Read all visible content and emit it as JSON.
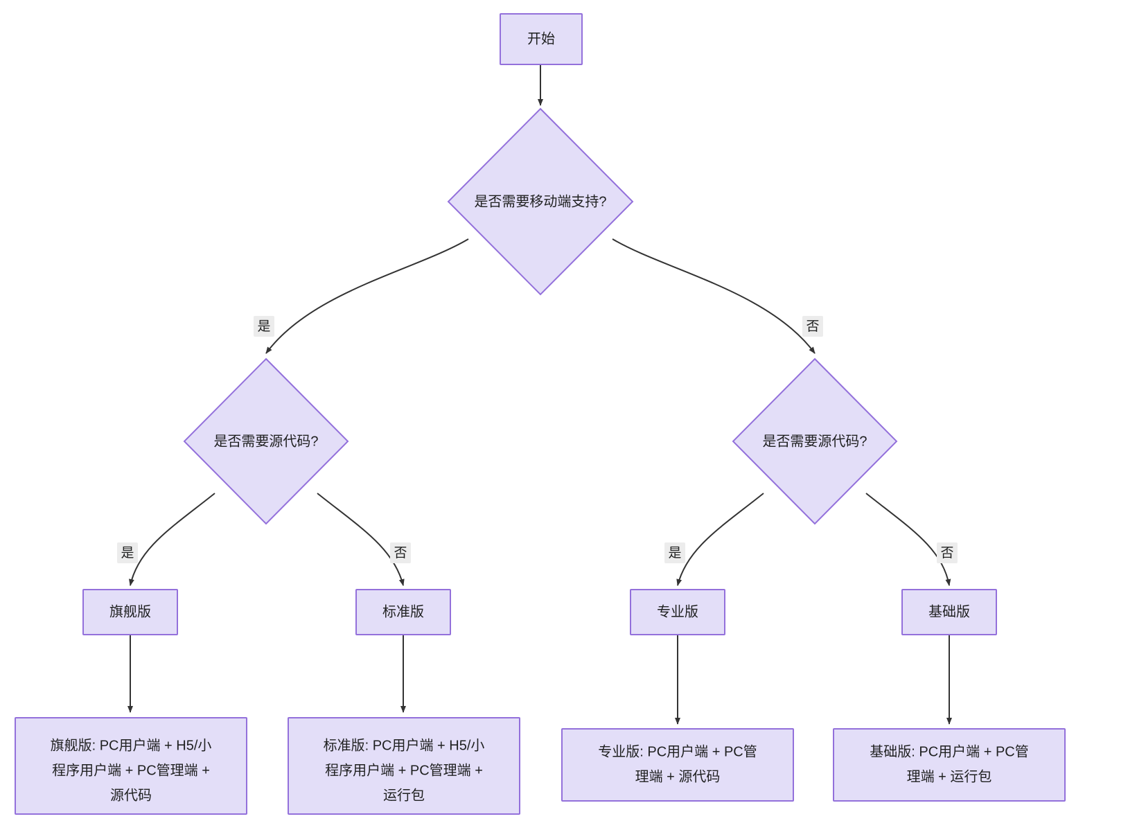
{
  "diagram": {
    "type": "flowchart",
    "direction": "top-down",
    "background_color": "#ffffff",
    "node_fill": "#e3def8",
    "node_stroke": "#9370db",
    "edge_color": "#333333",
    "edge_label_bg": "#ececec",
    "text_color": "#1f2020"
  },
  "nodes": {
    "start": {
      "id": "start",
      "label": "开始",
      "shape": "rect"
    },
    "decision_mobile": {
      "id": "decision_mobile",
      "label": "是否需要移动端支持?",
      "shape": "diamond"
    },
    "decision_source_left": {
      "id": "decision_source_left",
      "label": "是否需要源代码?",
      "shape": "diamond"
    },
    "decision_source_right": {
      "id": "decision_source_right",
      "label": "是否需要源代码?",
      "shape": "diamond"
    },
    "flagship": {
      "id": "flagship",
      "label": "旗舰版",
      "shape": "rect"
    },
    "standard": {
      "id": "standard",
      "label": "标准版",
      "shape": "rect"
    },
    "professional": {
      "id": "professional",
      "label": "专业版",
      "shape": "rect"
    },
    "basic": {
      "id": "basic",
      "label": "基础版",
      "shape": "rect"
    },
    "flagship_detail": {
      "id": "flagship_detail",
      "shape": "rect",
      "lines": [
        "旗舰版: PC用户端 + H5/小",
        "程序用户端 + PC管理端 +",
        "源代码"
      ]
    },
    "standard_detail": {
      "id": "standard_detail",
      "shape": "rect",
      "lines": [
        "标准版: PC用户端 + H5/小",
        "程序用户端 + PC管理端 +",
        "运行包"
      ]
    },
    "professional_detail": {
      "id": "professional_detail",
      "shape": "rect",
      "lines": [
        "专业版: PC用户端 + PC管",
        "理端 + 源代码"
      ]
    },
    "basic_detail": {
      "id": "basic_detail",
      "shape": "rect",
      "lines": [
        "基础版: PC用户端 + PC管",
        "理端 + 运行包"
      ]
    }
  },
  "edges": [
    {
      "from": "start",
      "to": "decision_mobile",
      "label": ""
    },
    {
      "from": "decision_mobile",
      "to": "decision_source_left",
      "label": "是"
    },
    {
      "from": "decision_mobile",
      "to": "decision_source_right",
      "label": "否"
    },
    {
      "from": "decision_source_left",
      "to": "flagship",
      "label": "是"
    },
    {
      "from": "decision_source_left",
      "to": "standard",
      "label": "否"
    },
    {
      "from": "decision_source_right",
      "to": "professional",
      "label": "是"
    },
    {
      "from": "decision_source_right",
      "to": "basic",
      "label": "否"
    },
    {
      "from": "flagship",
      "to": "flagship_detail",
      "label": ""
    },
    {
      "from": "standard",
      "to": "standard_detail",
      "label": ""
    },
    {
      "from": "professional",
      "to": "professional_detail",
      "label": ""
    },
    {
      "from": "basic",
      "to": "basic_detail",
      "label": ""
    }
  ],
  "edge_labels": {
    "mobile_yes": "是",
    "mobile_no": "否",
    "left_source_yes": "是",
    "left_source_no": "否",
    "right_source_yes": "是",
    "right_source_no": "否"
  }
}
